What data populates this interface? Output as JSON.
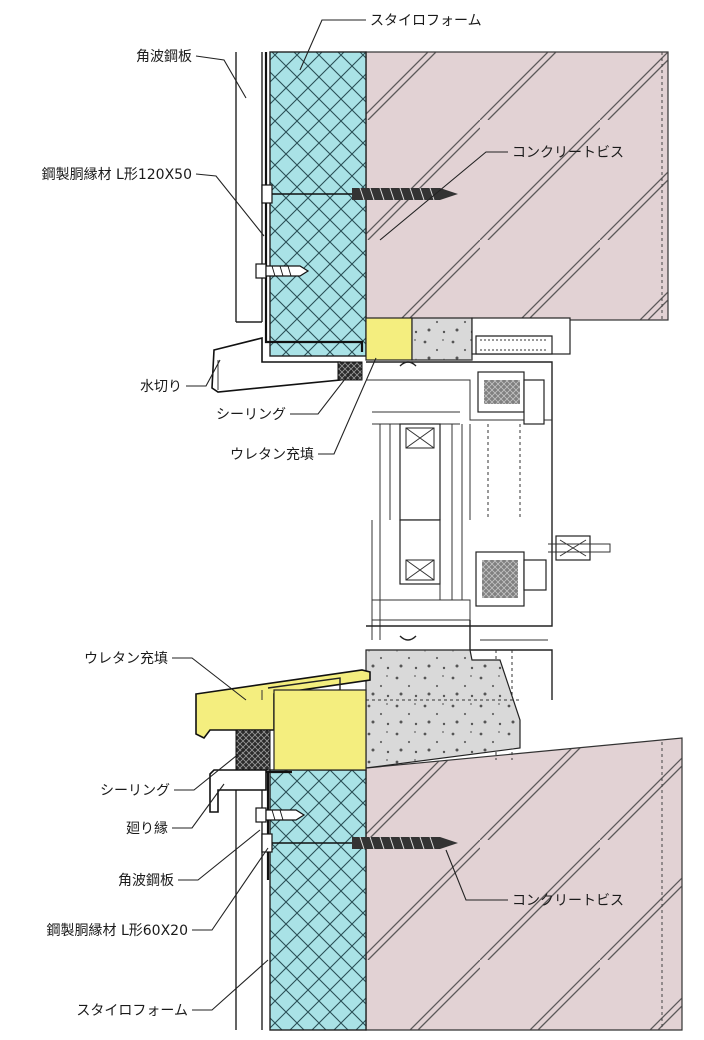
{
  "labels": {
    "styrofoam_top": "スタイロフォーム",
    "corrugated_steel_top": "角波鋼板",
    "steel_furring_top": "鋼製胴縁材 L形120X50",
    "concrete_screw_top": "コンクリートビス",
    "flashing": "水切り",
    "sealing_top": "シーリング",
    "urethane_top": "ウレタン充填",
    "urethane_bottom": "ウレタン充填",
    "sealing_bottom": "シーリング",
    "trim": "廻り縁",
    "corrugated_steel_bottom": "角波鋼板",
    "steel_furring_bottom": "鋼製胴縁材 L形60X20",
    "concrete_screw_bottom": "コンクリートビス",
    "styrofoam_bottom": "スタイロフォーム"
  },
  "colors": {
    "insulation": "#a9e2e6",
    "concrete": "#e2d2d4",
    "urethane_fill": "#f4ee7f",
    "sill_concrete": "#d9d9d9",
    "sealant": "#2b2b2b"
  }
}
